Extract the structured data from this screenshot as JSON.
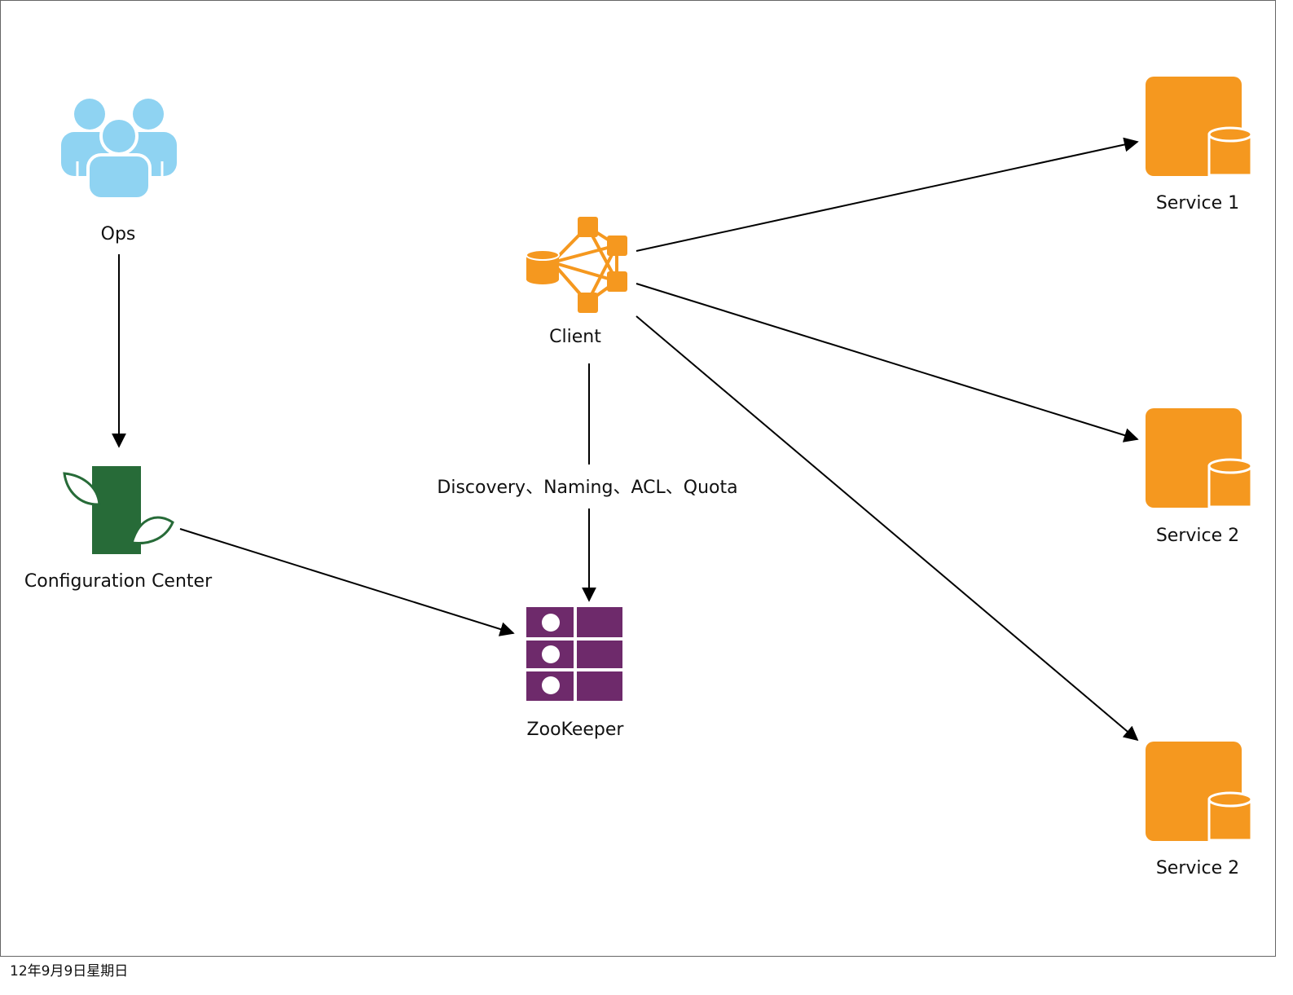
{
  "nodes": {
    "ops": "Ops",
    "config_center": "Configuration Center",
    "client": "Client",
    "zookeeper": "ZooKeeper",
    "service1": "Service 1",
    "service2a": "Service 2",
    "service2b": "Service 2"
  },
  "edges": {
    "client_to_zookeeper": "Discovery、Naming、ACL、Quota"
  },
  "footer": {
    "date": "12年9月9日星期日"
  },
  "colors": {
    "ops_blue": "#8fd3f2",
    "config_green": "#276b38",
    "client_orange": "#f5981f",
    "zookeeper_purple": "#6e2a6b",
    "service_orange": "#f5981f"
  }
}
